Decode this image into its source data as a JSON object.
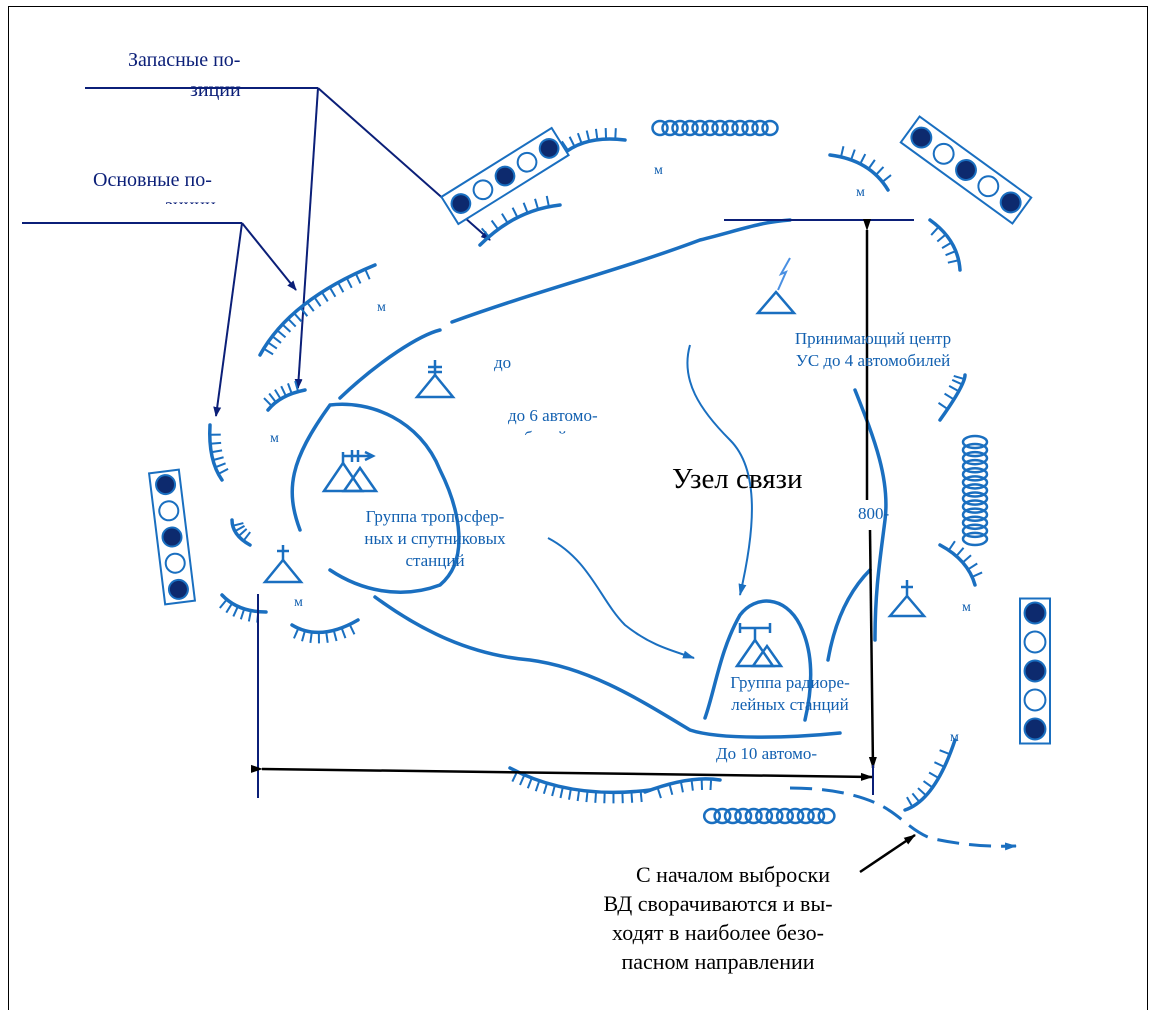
{
  "labels": {
    "reserve_positions": [
      "Запасные по-",
      "зиции"
    ],
    "main_positions": [
      "Основные по-",
      "зиции"
    ],
    "receiving_center": [
      "Принимающий центр",
      "УС до 4 автомобилей"
    ],
    "do": "до",
    "do_6": [
      "до 6 автомо-",
      "билей"
    ],
    "node": "Узел связи",
    "tropo_group": [
      "Группа тропосфер-",
      "ных и спутниковых",
      "станций"
    ],
    "radio_group": [
      "Группа радиоре-",
      "лейных станций"
    ],
    "do_10": "До 10 автомо-",
    "distance": "800-",
    "withdrawal": [
      "С началом выброски",
      "ВД сворачиваются и вы-",
      "ходят в наиболее безо-",
      "пасном направлении"
    ],
    "mine_marker": "м"
  },
  "colors": {
    "feature": "#1a6fc0",
    "leader": "#0b1f78",
    "dot": "#0d2a6e",
    "text": "#1260b0"
  }
}
